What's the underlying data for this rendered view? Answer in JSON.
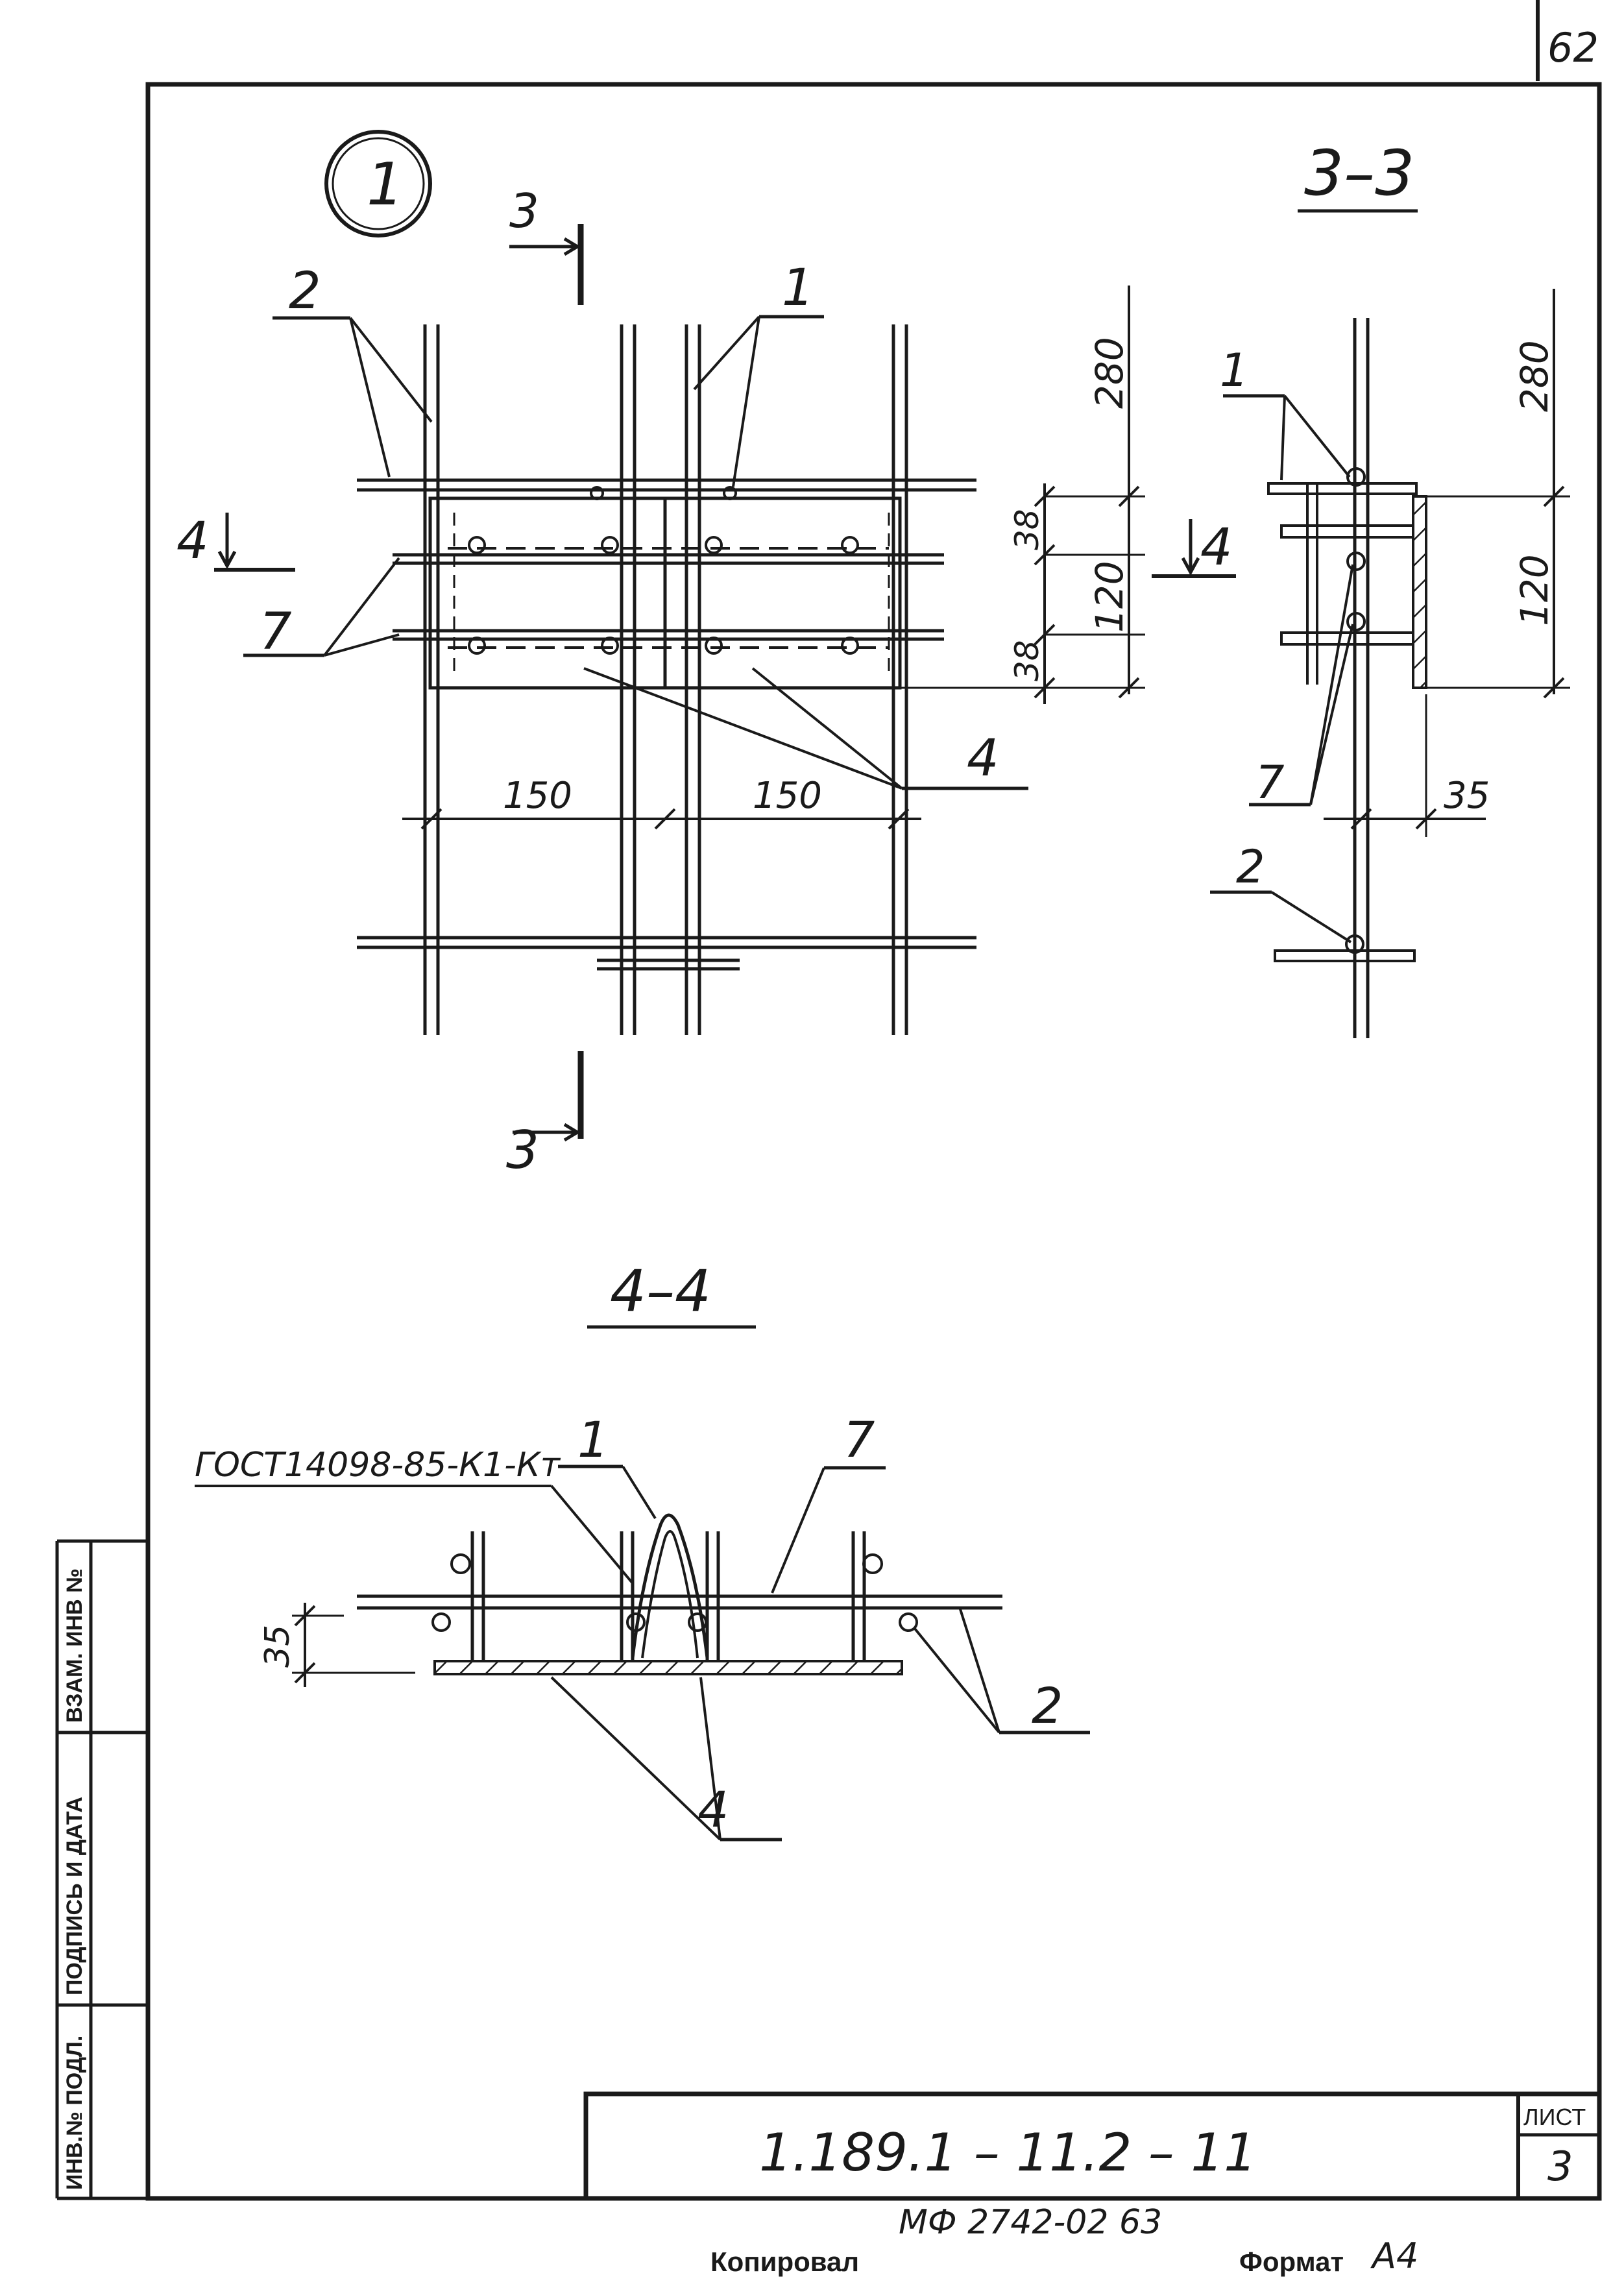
{
  "sheet": {
    "page_number": "62",
    "detail_marker": "1",
    "section_33_label": "3–3",
    "section_44_label": "4–4",
    "cut_label_3": "3",
    "cut_label_4": "4",
    "callouts": {
      "c1": "1",
      "c2": "2",
      "c4": "4",
      "c7": "7"
    },
    "dims": {
      "d280": "280",
      "d120": "120",
      "d38": "38",
      "d150": "150",
      "d35": "35"
    },
    "gost_note": "ГОСТ14098-85-К1-Кт",
    "side_stamp": {
      "inv_podl": "ИНВ.№ ПОДЛ.",
      "podpis_data": "ПОДПИСЬ И ДАТА",
      "vzam_inv": "ВЗАМ. ИНВ №"
    },
    "title_block": {
      "designation": "1.189.1 – 11.2 – 11",
      "list_label": "ЛИСТ",
      "list_number": "3"
    },
    "footer": {
      "archive_no": "МФ 2742-02  63",
      "kopiroval": "Копировал",
      "format_label": "Формат",
      "format_value": "А4"
    }
  }
}
